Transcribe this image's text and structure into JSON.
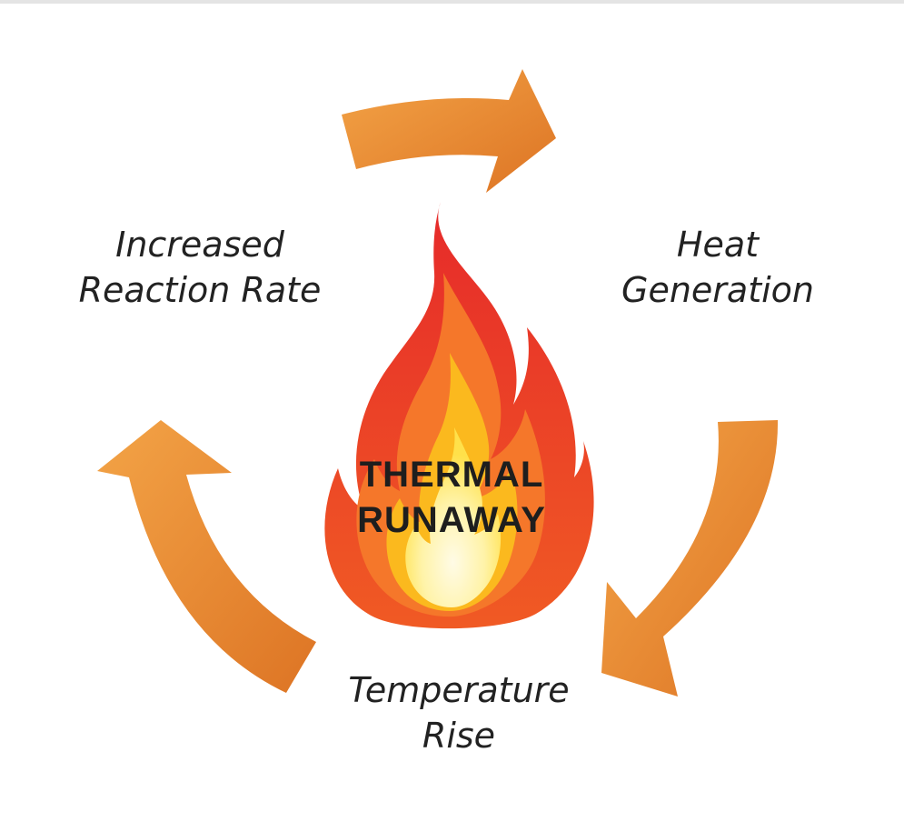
{
  "center": {
    "line1": "THERMAL",
    "line2": "RUNAWAY"
  },
  "steps": [
    {
      "line1": "Heat",
      "line2": "Generation"
    },
    {
      "line1": "Temperature",
      "line2": "Rise"
    },
    {
      "line1": "Increased",
      "line2": "Reaction Rate"
    }
  ],
  "colors": {
    "arrow_light": "#f0a040",
    "arrow_dark": "#e07a24",
    "flame_outer": "#e8322a",
    "flame_mid": "#f57a22",
    "flame_inner": "#fbbf1c",
    "flame_core": "#fff6c8",
    "text": "#222222"
  },
  "icons": [
    "cycle-arrow-icon",
    "flame-icon"
  ]
}
